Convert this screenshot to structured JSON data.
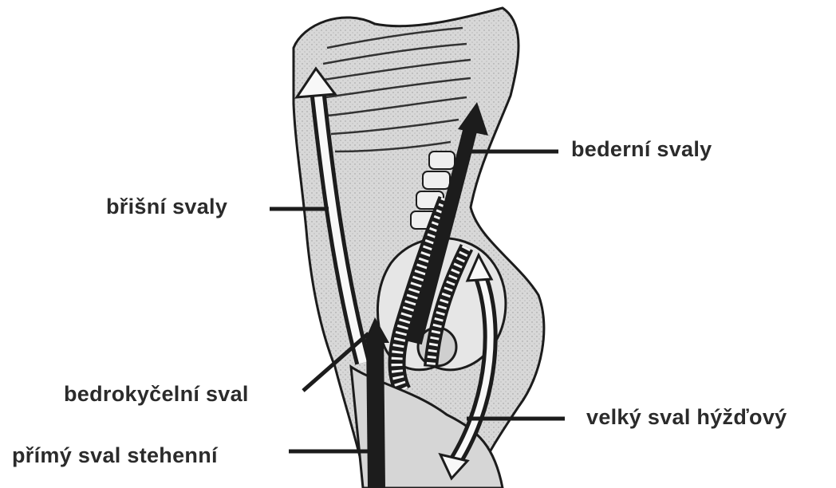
{
  "labels": {
    "abdominal": "břišní svaly",
    "lumbar": "bederní svaly",
    "iliopsoas": "bedrokyčelní sval",
    "gluteus": "velký sval hýžďový",
    "rectus_femoris": "přímý sval stehenní"
  },
  "colors": {
    "ink": "#1c1c1c",
    "body_fill": "#dcdcdc",
    "label_text": "#2b2b2b",
    "background": "#ffffff"
  }
}
